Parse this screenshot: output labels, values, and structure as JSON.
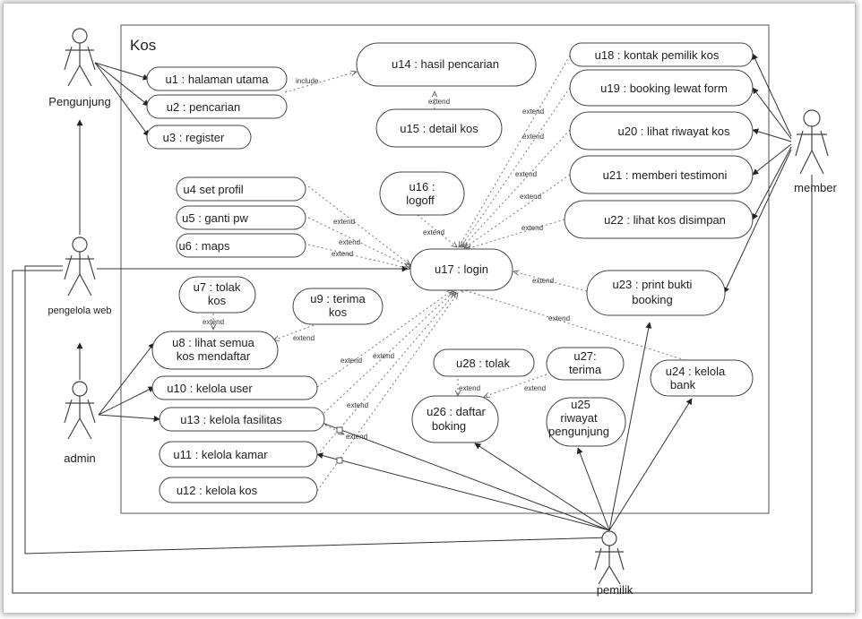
{
  "system": {
    "title": "Kos"
  },
  "actors": {
    "pengunjung": "Pengunjung",
    "pengelola": "pengelola web",
    "admin": "admin",
    "member": "member",
    "pemilik": "pemilik"
  },
  "usecases": {
    "u1": [
      "u1 : halaman utama"
    ],
    "u2": [
      "u2 : pencarian"
    ],
    "u3": [
      "u3 : register"
    ],
    "u4": [
      "u4 set profil"
    ],
    "u5": [
      "u5 : ganti pw"
    ],
    "u6": [
      "u6 : maps"
    ],
    "u7": [
      "u7 : tolak",
      "kos"
    ],
    "u8": [
      "u8 : lihat semua",
      "kos mendaftar"
    ],
    "u9": [
      "u9 : terima",
      "kos"
    ],
    "u10": [
      "u10 : kelola user"
    ],
    "u11": [
      "u11 : kelola kamar"
    ],
    "u12": [
      "u12 : kelola kos"
    ],
    "u13": [
      "u13 : kelola fasilitas"
    ],
    "u14": [
      "u14 : hasil pencarian"
    ],
    "u15": [
      "u15 : detail kos"
    ],
    "u16": [
      "u16 :",
      "logoff"
    ],
    "u17": [
      "u17 : login"
    ],
    "u18": [
      "u18 : kontak pemilik kos"
    ],
    "u19": [
      "u19 : booking lewat form"
    ],
    "u20": [
      "u20 : lihat riwayat kos"
    ],
    "u21": [
      "u21 : memberi testimoni"
    ],
    "u22": [
      "u22 : lihat kos disimpan"
    ],
    "u23": [
      "u23 : print bukti",
      "booking"
    ],
    "u24": [
      "u24 : kelola",
      "bank"
    ],
    "u25": [
      "u25",
      "riwayat",
      "pengunjung"
    ],
    "u26": [
      "u26 : daftar",
      "boking"
    ],
    "u27": [
      "u27:",
      "terima"
    ],
    "u28": [
      "u28 : tolak"
    ]
  },
  "relations": {
    "include": "include",
    "extend": "extend"
  }
}
